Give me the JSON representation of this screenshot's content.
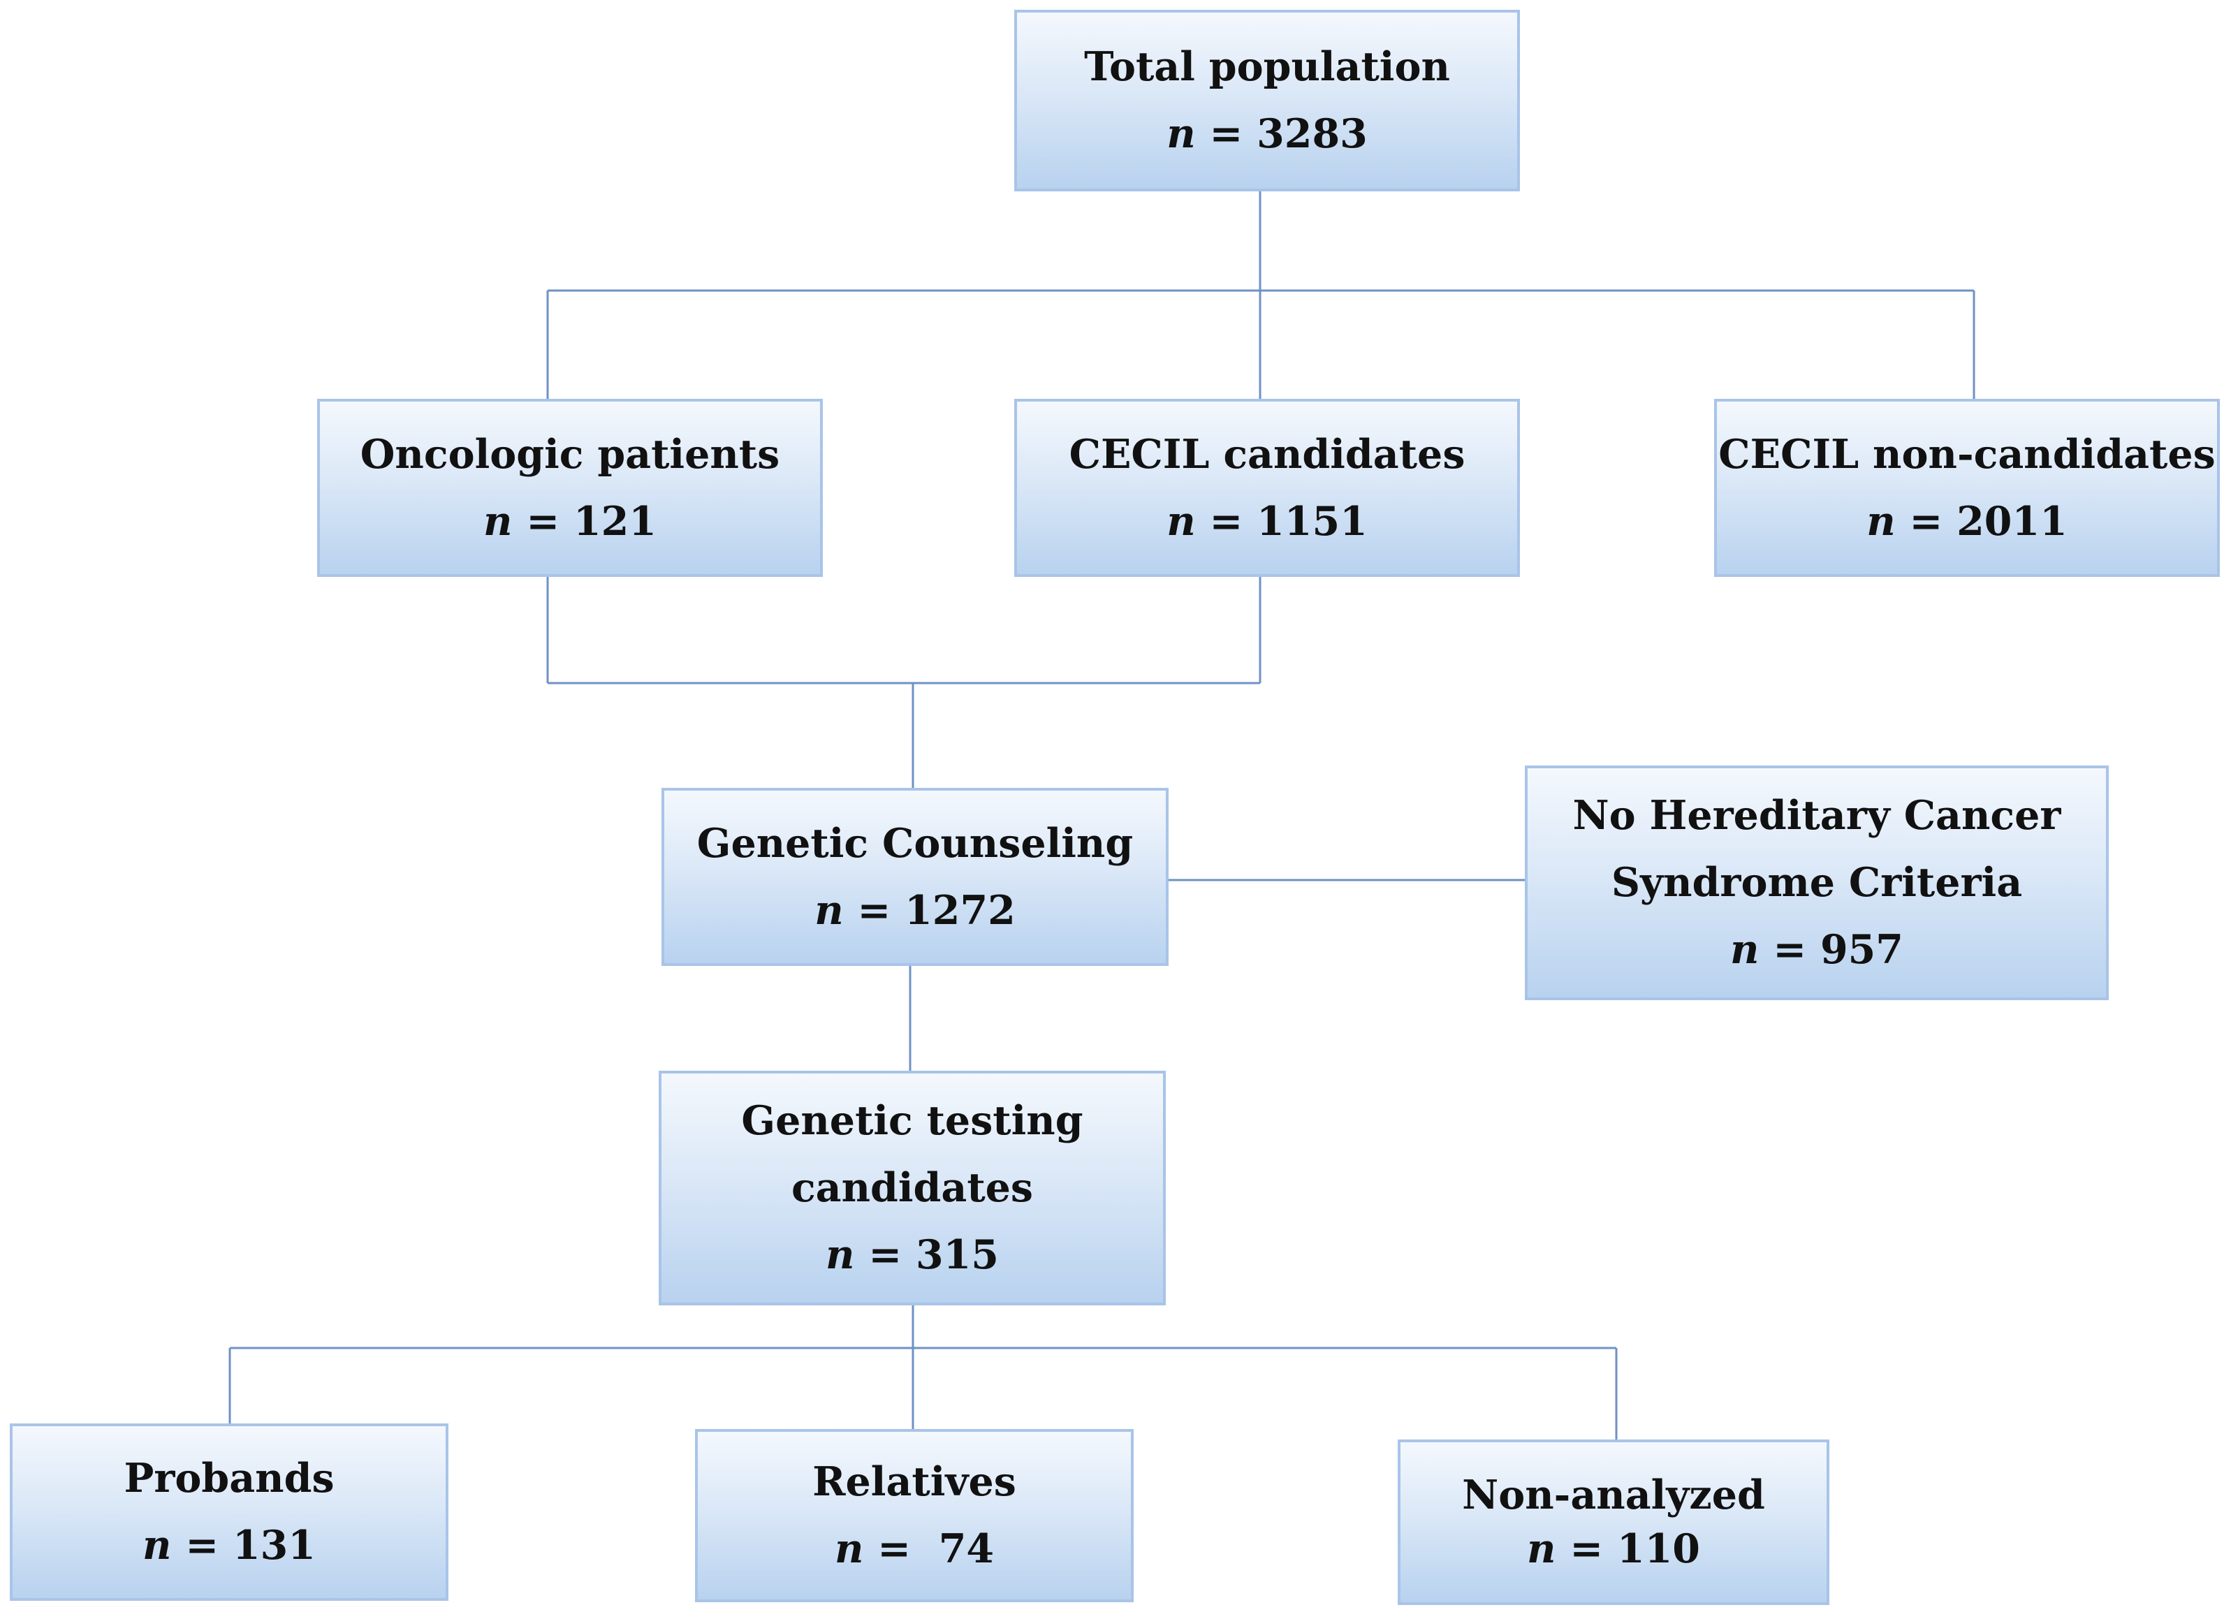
{
  "nodes": {
    "total": {
      "lines": [
        "Total population"
      ],
      "count": "3283"
    },
    "oncologic": {
      "lines": [
        "Oncologic patients"
      ],
      "count": "121"
    },
    "cecil": {
      "lines": [
        "CECIL candidates"
      ],
      "count": "1151"
    },
    "noncandidates": {
      "lines": [
        "CECIL non-candidates"
      ],
      "count": "2011"
    },
    "counseling": {
      "lines": [
        "Genetic Counseling"
      ],
      "count": "1272"
    },
    "nohcs": {
      "lines": [
        "No Hereditary Cancer",
        "Syndrome Criteria"
      ],
      "count": "957"
    },
    "testing": {
      "lines": [
        "Genetic testing",
        "candidates"
      ],
      "count": "315"
    },
    "probands": {
      "lines": [
        "Probands"
      ],
      "count": "131"
    },
    "relatives": {
      "lines": [
        "Relatives"
      ],
      "count": " 74"
    },
    "nonanalyzed": {
      "lines": [
        "Non-analyzed"
      ],
      "count": "110"
    }
  },
  "count_prefix": "n",
  "count_equals": " = ",
  "colors": {
    "box_border": "#a9c4e8",
    "box_fill_top": "#f4f8fd",
    "box_fill_bottom": "#b8d2ef",
    "connector": "#6f92c6",
    "text": "#111111"
  }
}
